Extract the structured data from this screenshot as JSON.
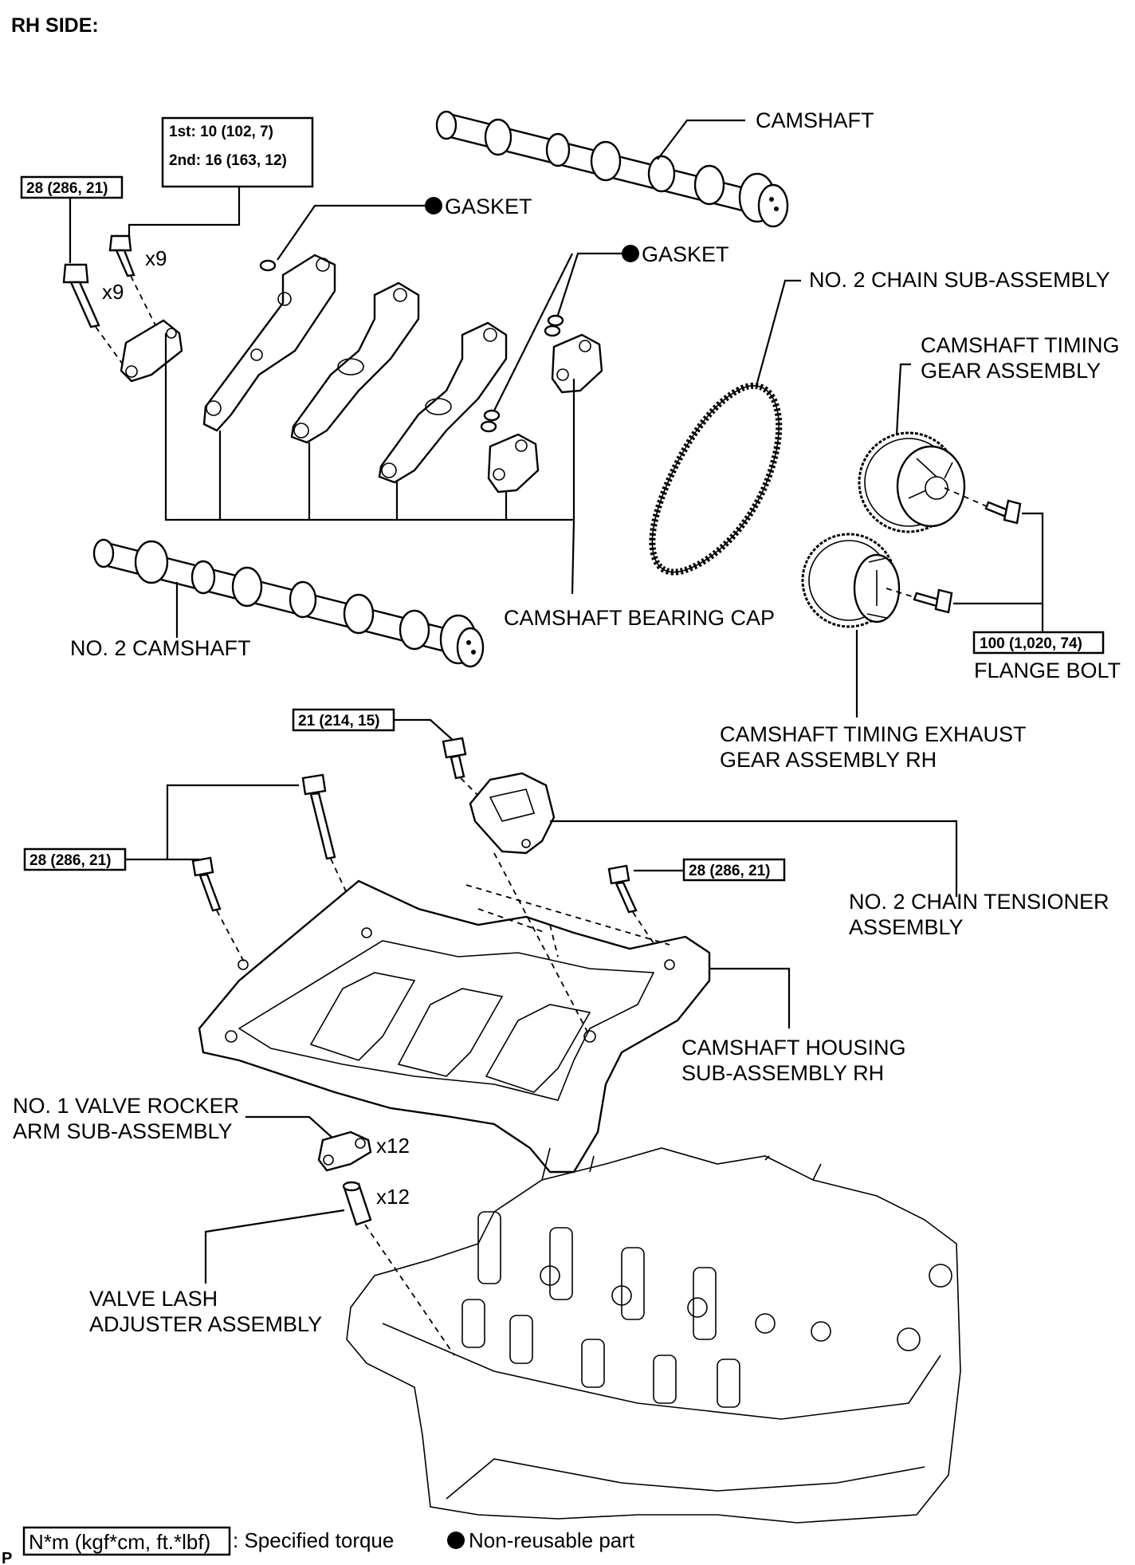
{
  "header": {
    "title": "RH SIDE:"
  },
  "labels": {
    "camshaft": "CAMSHAFT",
    "gasket_1": "GASKET",
    "gasket_2": "GASKET",
    "no2_chain": "NO. 2 CHAIN SUB-ASSEMBLY",
    "cam_timing_gear_1": "CAMSHAFT TIMING",
    "cam_timing_gear_2": "GEAR ASSEMBLY",
    "cam_bearing_cap": "CAMSHAFT BEARING CAP",
    "no2_camshaft": "NO. 2 CAMSHAFT",
    "flange_bolt": "FLANGE BOLT",
    "cam_timing_exh_1": "CAMSHAFT TIMING EXHAUST",
    "cam_timing_exh_2": "GEAR ASSEMBLY RH",
    "no2_chain_tensioner_1": "NO. 2 CHAIN TENSIONER",
    "no2_chain_tensioner_2": "ASSEMBLY",
    "cam_housing_1": "CAMSHAFT HOUSING",
    "cam_housing_2": "SUB-ASSEMBLY RH",
    "rocker_arm_1": "NO. 1 VALVE ROCKER",
    "rocker_arm_2": "ARM SUB-ASSEMBLY",
    "lash_adj_1": "VALVE LASH",
    "lash_adj_2": "ADJUSTER ASSEMBLY"
  },
  "torques": {
    "bearing_cap_1st": "1st: 10 (102, 7)",
    "bearing_cap_2nd": "2nd: 16 (163, 12)",
    "cap_bolt": "28 (286, 21)",
    "flange_bolt": "100 (1,020, 74)",
    "tensioner_bolt": "21 (214, 15)",
    "housing_left": "28 (286, 21)",
    "housing_right": "28 (286, 21)"
  },
  "counts": {
    "bolt_a": "x9",
    "bolt_b": "x9",
    "rocker": "x12",
    "lash": "x12"
  },
  "legend": {
    "torque_unit": "N*m (kgf*cm, ft.*lbf)",
    "torque_desc": ": Specified torque",
    "non_reusable": "Non-reusable part"
  },
  "footer": {
    "code": "P"
  }
}
